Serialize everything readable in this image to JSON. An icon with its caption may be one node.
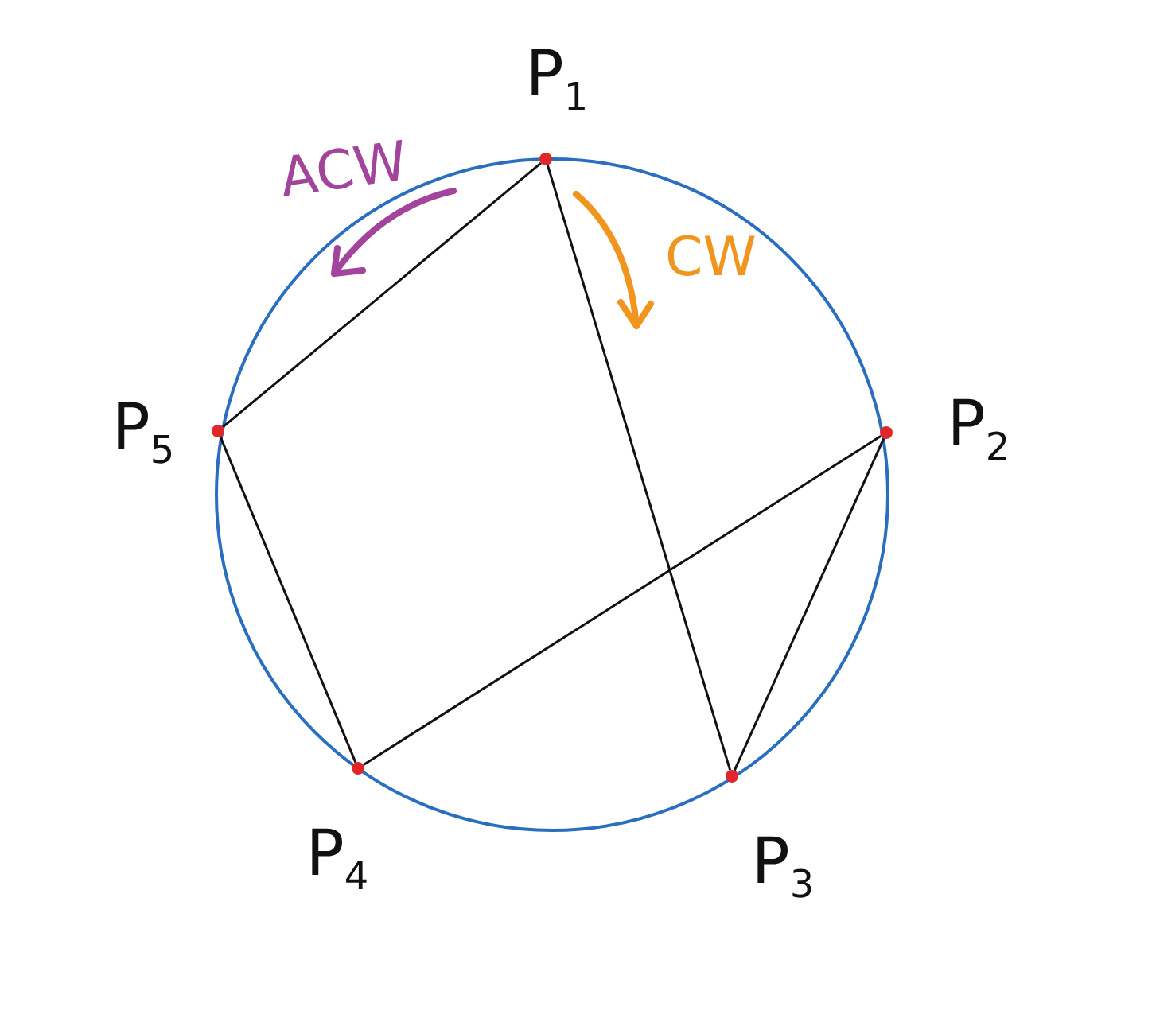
{
  "diagram": {
    "nodes": [
      {
        "text": [
          "P$_{1}$"
        ]
      },
      {
        "text": [
          "P$_{2}$"
        ]
      },
      {
        "text": [
          "P$_{3}$"
        ]
      },
      {
        "text": [
          "P$_{4}$"
        ]
      },
      {
        "text": [
          "P$_{5}$"
        ]
      }
    ],
    "edges": [
      {
        "from": 0,
        "to": 4,
        "arrow": "none"
      },
      {
        "from": 0,
        "to": 2,
        "arrow": "none"
      },
      {
        "from": 4,
        "to": 3,
        "arrow": "none"
      },
      {
        "from": 3,
        "to": 1,
        "arrow": "none"
      },
      {
        "from": 1,
        "to": 2,
        "arrow": "none"
      }
    ],
    "labels": [
      "ACW",
      "CW"
    ]
  }
}
